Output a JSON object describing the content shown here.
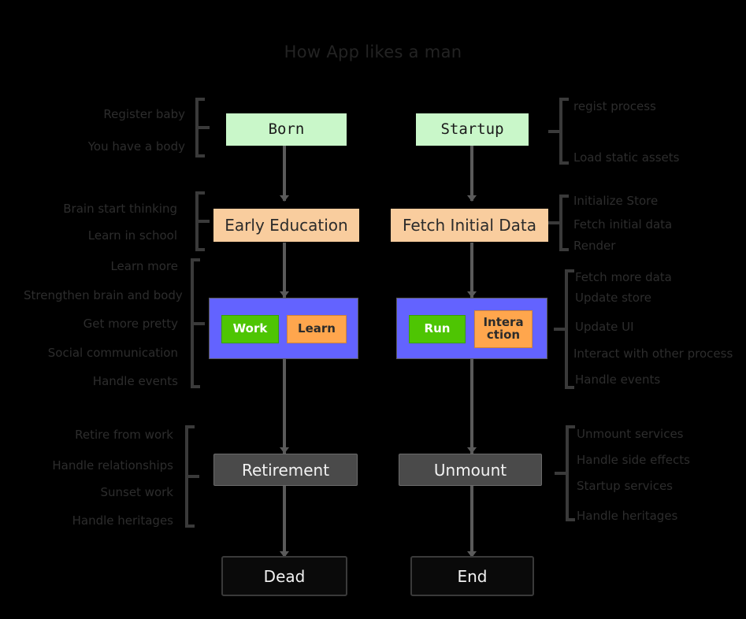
{
  "title": "How App likes a man",
  "colors": {
    "background": "#000000",
    "node_green": "#c9f7c9",
    "node_orange": "#f9cd9e",
    "node_gray": "#4a4a4a",
    "node_black": "#0a0a0a",
    "cluster_purple": "#6363ff",
    "chip_green": "#4ec503",
    "chip_orange": "#ffa64d",
    "connector": "#5a5a5a",
    "bracket": "#3a3a3a",
    "title_text": "#232323"
  },
  "left_column": {
    "name": "human-lifecycle",
    "nodes": [
      {
        "id": "born",
        "label": "Born",
        "style": "green"
      },
      {
        "id": "early-education",
        "label": "Early Education",
        "style": "orange"
      },
      {
        "id": "retirement",
        "label": "Retirement",
        "style": "gray"
      },
      {
        "id": "dead",
        "label": "Dead",
        "style": "black"
      }
    ],
    "cluster": {
      "id": "adult-life",
      "chips": [
        {
          "id": "work",
          "label": "Work",
          "style": "green"
        },
        {
          "id": "learn",
          "label": "Learn",
          "style": "orange"
        }
      ]
    },
    "annotations": [
      {
        "id": "born-notes",
        "items": [
          "Register baby",
          "You have a body"
        ]
      },
      {
        "id": "early-education-notes",
        "items": [
          "Brain start thinking",
          "Learn in school"
        ]
      },
      {
        "id": "adult-life-notes",
        "items": [
          "Learn more",
          "Strengthen brain and body",
          "Get more pretty",
          "Social communication",
          "Handle events"
        ]
      },
      {
        "id": "retirement-notes",
        "items": [
          "Retire from work",
          "Handle relationships",
          "Sunset work",
          "Handle heritages"
        ]
      }
    ]
  },
  "right_column": {
    "name": "app-lifecycle",
    "nodes": [
      {
        "id": "startup",
        "label": "Startup",
        "style": "green"
      },
      {
        "id": "fetch-initial-data",
        "label": "Fetch Initial Data",
        "style": "orange"
      },
      {
        "id": "unmount",
        "label": "Unmount",
        "style": "gray"
      },
      {
        "id": "end",
        "label": "End",
        "style": "black"
      }
    ],
    "cluster": {
      "id": "running",
      "chips": [
        {
          "id": "run",
          "label": "Run",
          "style": "green"
        },
        {
          "id": "interaction",
          "label": "Intera\nction",
          "style": "orange"
        }
      ]
    },
    "annotations": [
      {
        "id": "startup-notes",
        "items": [
          "regist process",
          "Load static assets"
        ]
      },
      {
        "id": "fetch-initial-data-notes",
        "items": [
          "Initialize Store",
          "Fetch initial data",
          "Render"
        ]
      },
      {
        "id": "running-notes",
        "items": [
          "Fetch more data",
          "Update store",
          "Update UI",
          "Interact with other process",
          "Handle events"
        ]
      },
      {
        "id": "unmount-notes",
        "items": [
          "Unmount services",
          "Handle side effects",
          "Startup services",
          "Handle heritages"
        ]
      }
    ]
  }
}
